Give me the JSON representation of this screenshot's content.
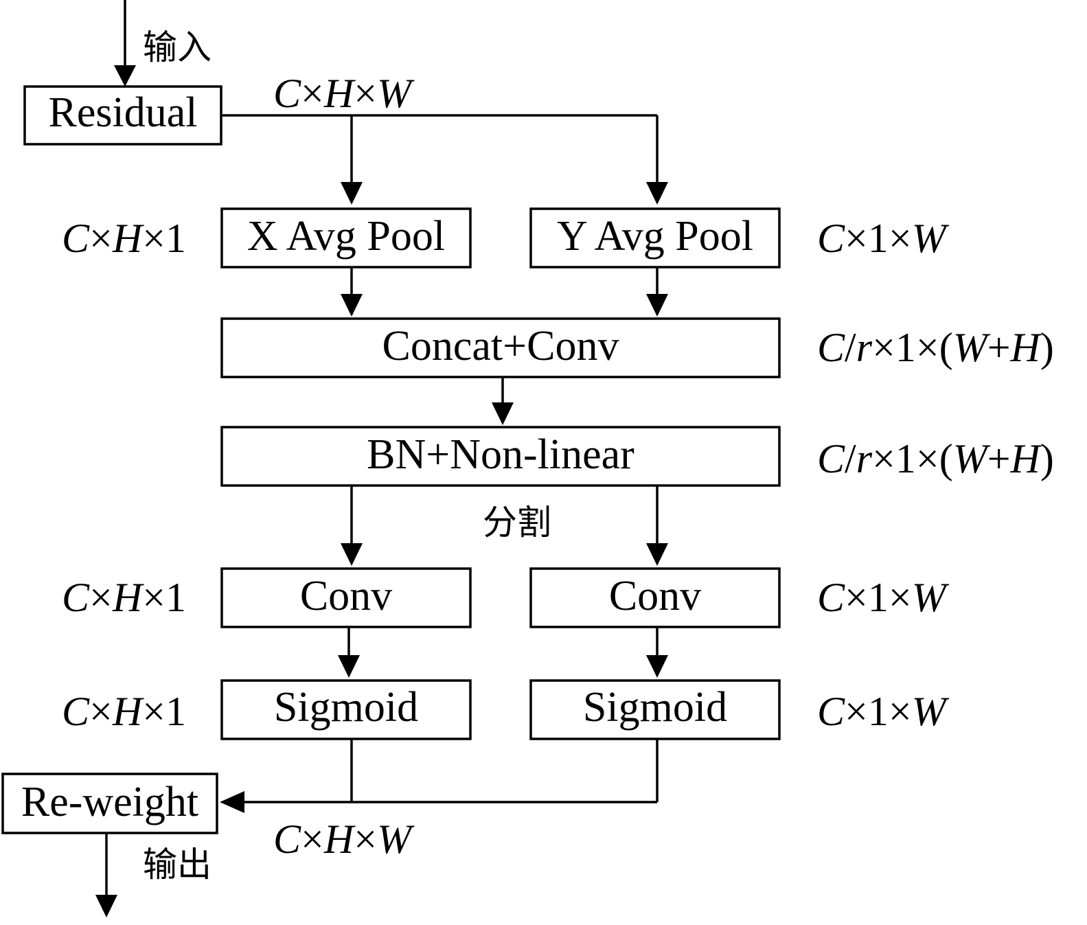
{
  "io": {
    "input_label": "输入",
    "output_label": "输出",
    "split_label": "分割"
  },
  "blocks": {
    "residual": "Residual",
    "x_pool": "X Avg Pool",
    "y_pool": "Y Avg Pool",
    "concat_conv": "Concat+Conv",
    "bn": "BN+Non-linear",
    "conv_left": "Conv",
    "conv_right": "Conv",
    "sigmoid_left": "Sigmoid",
    "sigmoid_right": "Sigmoid",
    "reweight": "Re-weight"
  },
  "dims": {
    "residual_out": "C×H×W",
    "x_pool": "C×H×1",
    "y_pool": "C×1×W",
    "concat": "C/r×1×(W+H)",
    "bn": "C/r×1×(W+H)",
    "conv_left": "C×H×1",
    "conv_right": "C×1×W",
    "sigmoid_left": "C×H×1",
    "sigmoid_right": "C×1×W",
    "reweight_in": "C×H×W"
  },
  "colors": {
    "stroke": "#000000",
    "background": "#ffffff"
  }
}
